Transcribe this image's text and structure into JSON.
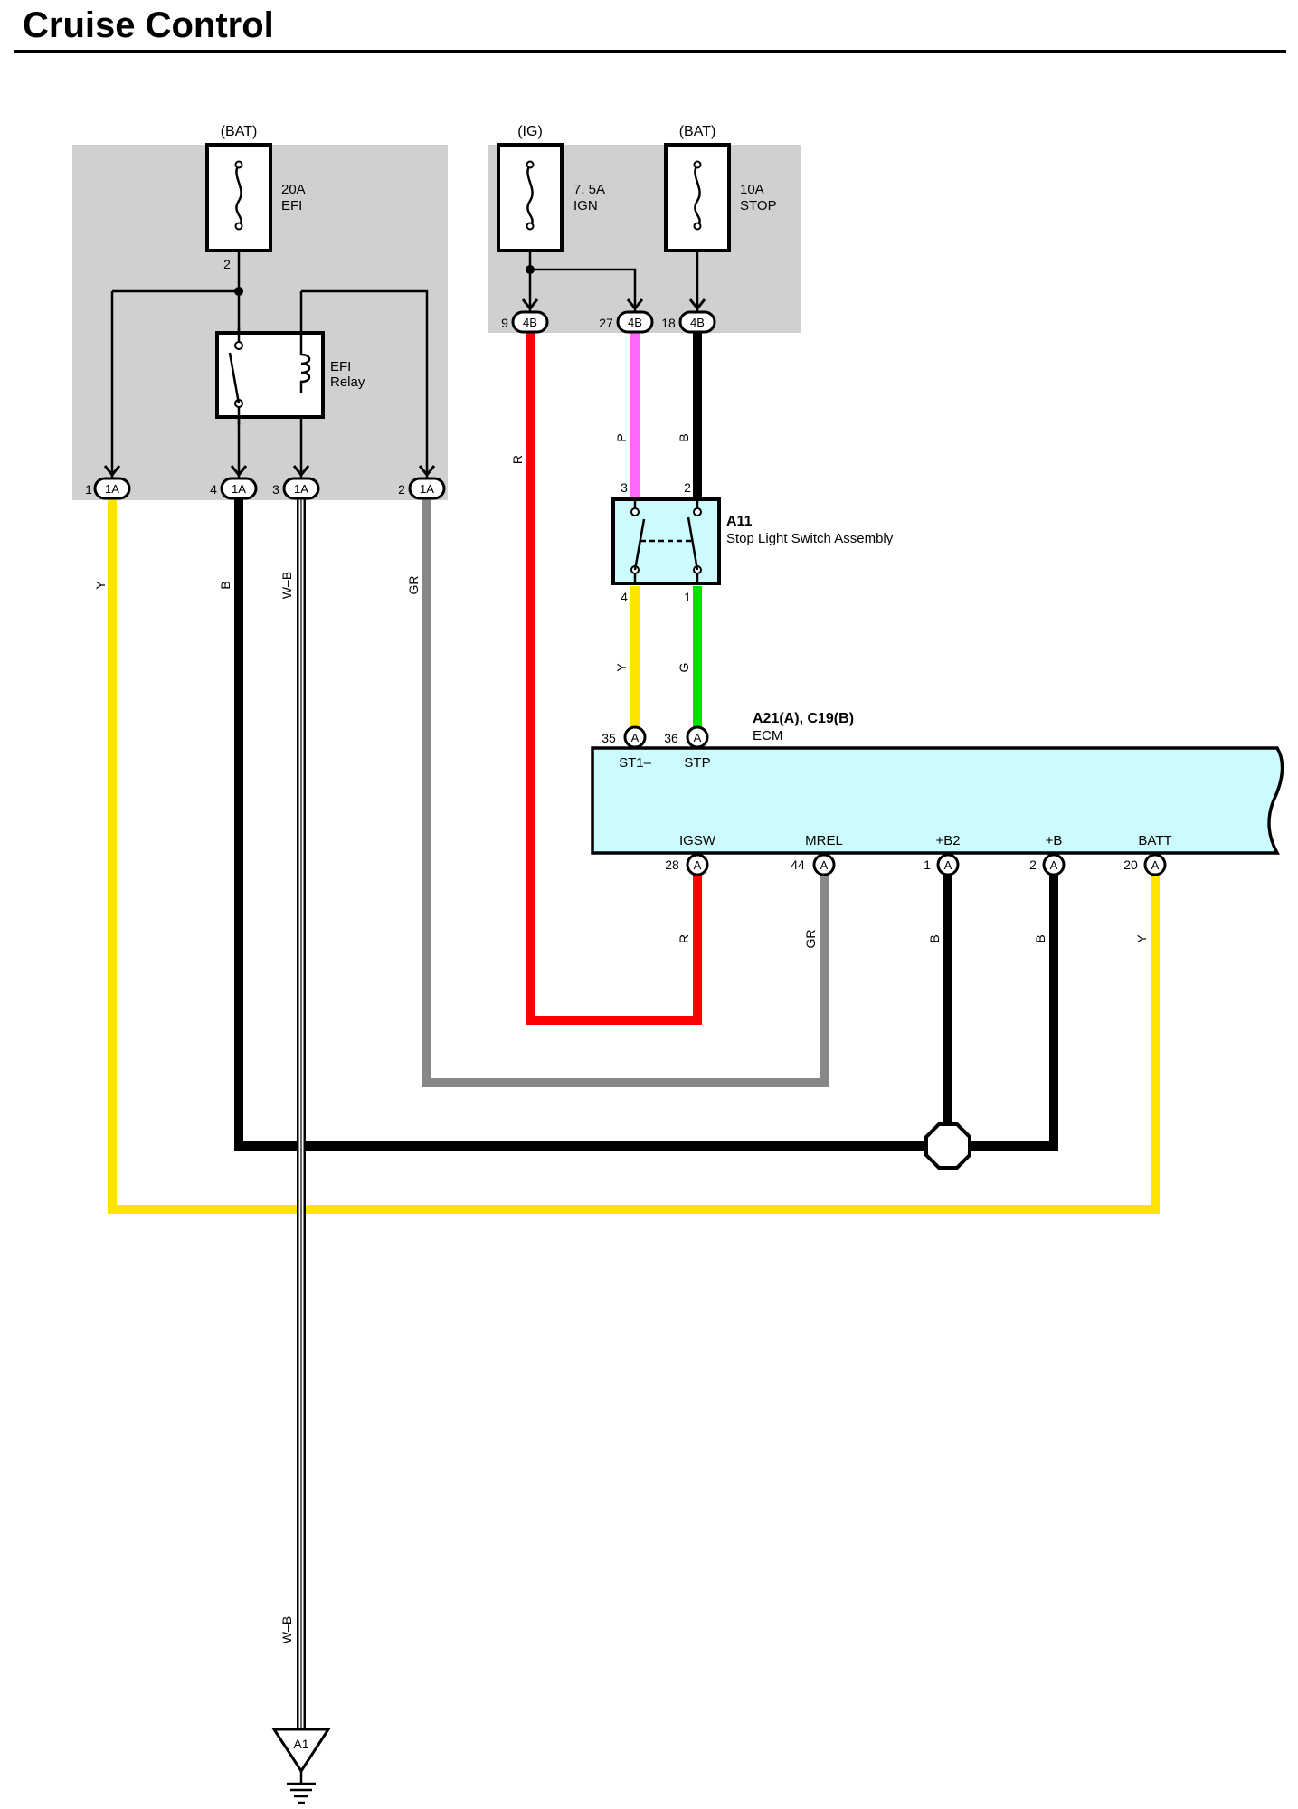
{
  "title": "Cruise Control",
  "colors": {
    "panel": "#d0d0d0",
    "ecm_fill": "#ccfbfd",
    "switch_fill": "#ccfbfd",
    "wire_R": "#ff0000",
    "wire_P": "#ff66ff",
    "wire_B": "#000000",
    "wire_Y": "#ffe400",
    "wire_G": "#00e000",
    "wire_GR": "#888888",
    "wire_WB": "#ffffff"
  },
  "supplies": {
    "efi": "(BAT)",
    "ign": "(IG)",
    "stop": "(BAT)"
  },
  "fuses": {
    "efi": {
      "rating": "20A",
      "name": "EFI"
    },
    "ign": {
      "rating": "7. 5A",
      "name": "IGN"
    },
    "stop": {
      "rating": "10A",
      "name": "STOP"
    }
  },
  "efi_fuse_pin": "2",
  "relay": {
    "line1": "EFI",
    "line2": "Relay"
  },
  "connectors": {
    "c1A": "1A",
    "c4B": "4B",
    "cA": "A",
    "ground": "A1"
  },
  "pins_1A": [
    "1",
    "4",
    "3",
    "2"
  ],
  "pins_4B": [
    "9",
    "27",
    "18"
  ],
  "wires": {
    "y_left": "Y",
    "b_left": "B",
    "wb_top": "W–B",
    "wb_bottom": "W–B",
    "gr_left": "GR",
    "r_ign": "R",
    "p_stop": "P",
    "b_stop": "B",
    "y_st1": "Y",
    "g_stp": "G",
    "r_igsw": "R",
    "gr_mrel": "GR",
    "b_b2": "B",
    "b_b": "B",
    "y_batt": "Y"
  },
  "stop_switch": {
    "code": "A11",
    "name": "Stop Light Switch Assembly",
    "pins_top": [
      "3",
      "2"
    ],
    "pins_bottom": [
      "4",
      "1"
    ]
  },
  "ecm": {
    "code": "A21(A), C19(B)",
    "name": "ECM",
    "top_pins": [
      {
        "num": "35",
        "label": "ST1–"
      },
      {
        "num": "36",
        "label": "STP"
      }
    ],
    "bottom_pins": [
      {
        "num": "28",
        "label": "IGSW"
      },
      {
        "num": "44",
        "label": "MREL"
      },
      {
        "num": "1",
        "label": "+B2"
      },
      {
        "num": "2",
        "label": "+B"
      },
      {
        "num": "20",
        "label": "BATT"
      }
    ]
  }
}
